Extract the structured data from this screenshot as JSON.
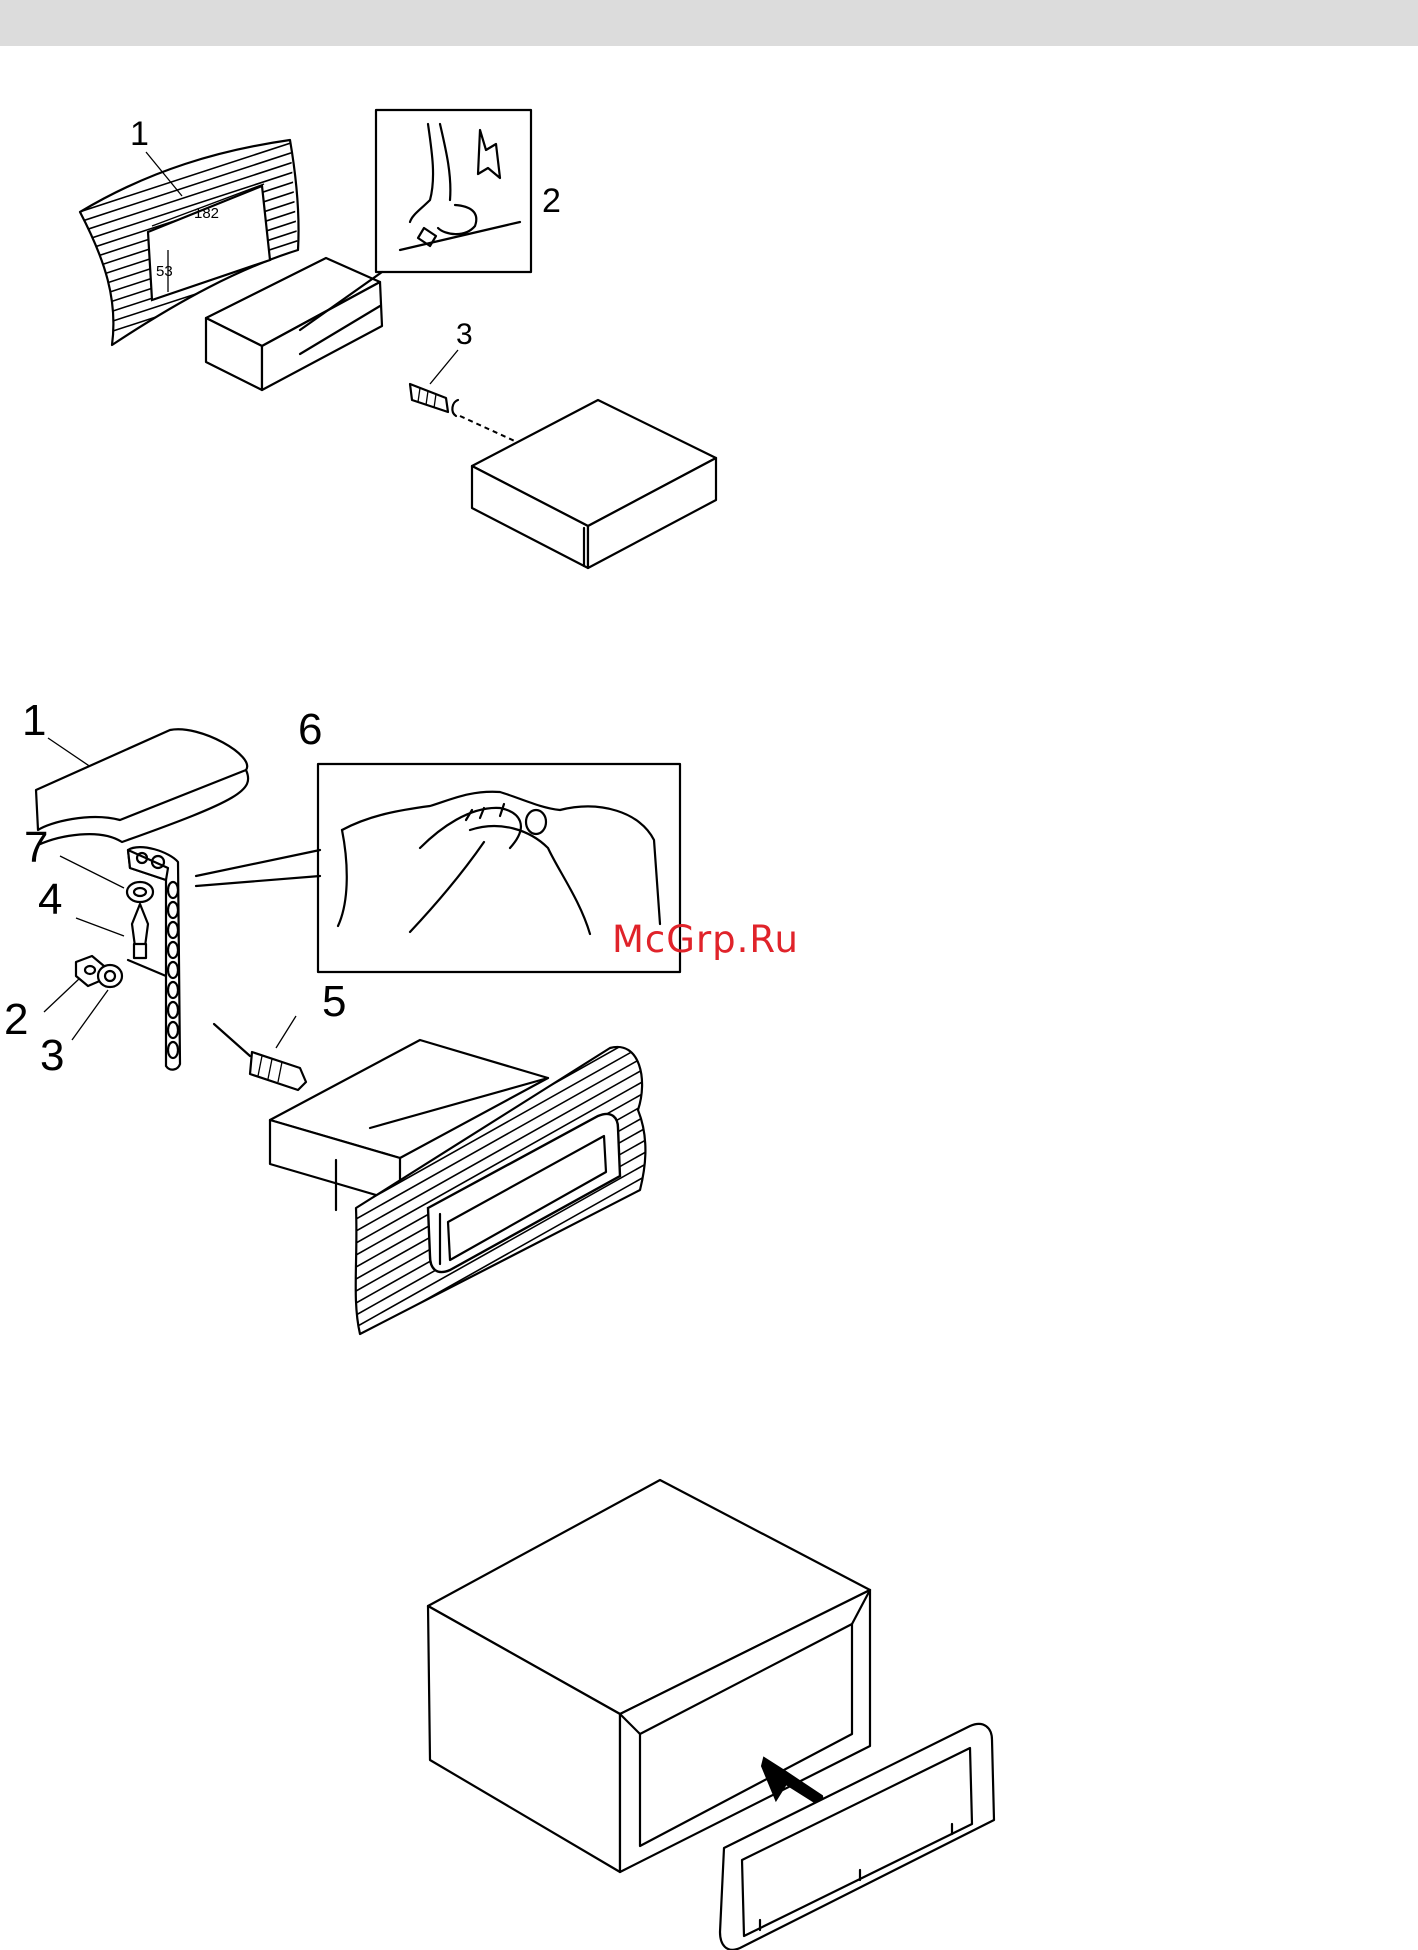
{
  "header": {
    "bar_color": "#dcdcdc"
  },
  "watermark": {
    "text": "McGrp.Ru",
    "color": "#e0232a"
  },
  "figure1": {
    "callouts": [
      "1",
      "2",
      "3"
    ],
    "dimensions": {
      "width": "182",
      "height": "53"
    }
  },
  "figure2": {
    "callouts": [
      "1",
      "2",
      "3",
      "4",
      "5",
      "6",
      "7"
    ]
  }
}
